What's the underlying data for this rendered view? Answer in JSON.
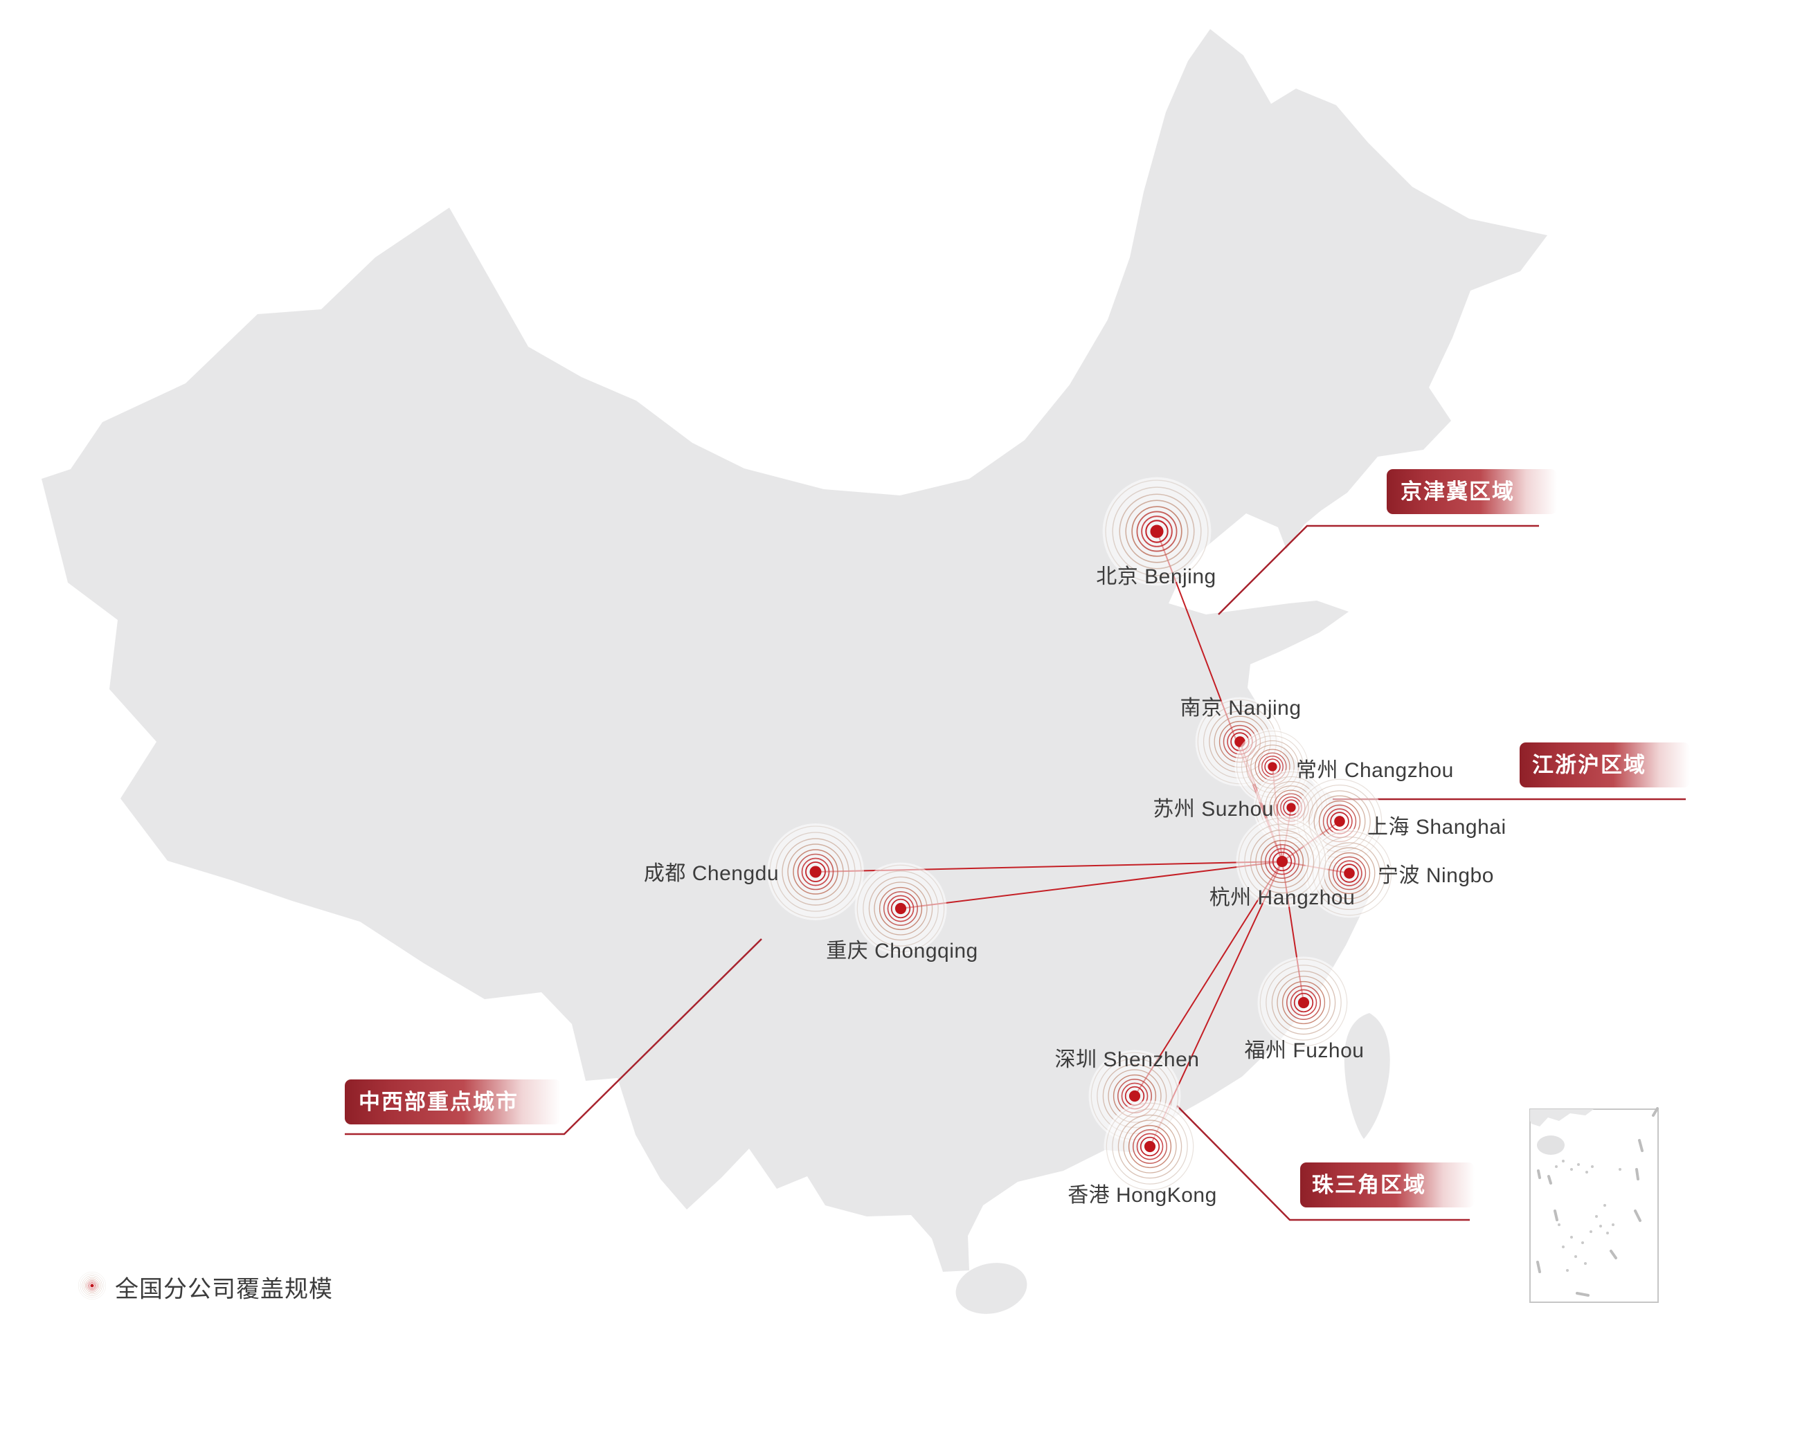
{
  "legend": {
    "label": "全国分公司覆盖规模"
  },
  "regions": [
    {
      "id": "jingjinji",
      "label": "京津冀区域"
    },
    {
      "id": "jiangzhehu",
      "label": "江浙沪区域"
    },
    {
      "id": "zhongxibu",
      "label": "中西部重点城市"
    },
    {
      "id": "zhusanjiao",
      "label": "珠三角区域"
    }
  ],
  "cities": [
    {
      "id": "beijing",
      "zh": "北京",
      "en": "Benjing",
      "label": "北京 Benjing"
    },
    {
      "id": "nanjing",
      "zh": "南京",
      "en": "Nanjing",
      "label": "南京 Nanjing"
    },
    {
      "id": "changzhou",
      "zh": "常州",
      "en": "Changzhou",
      "label": "常州 Changzhou"
    },
    {
      "id": "suzhou",
      "zh": "苏州",
      "en": "Suzhou",
      "label": "苏州 Suzhou"
    },
    {
      "id": "shanghai",
      "zh": "上海",
      "en": "Shanghai",
      "label": "上海 Shanghai"
    },
    {
      "id": "ningbo",
      "zh": "宁波",
      "en": "Ningbo",
      "label": "宁波 Ningbo"
    },
    {
      "id": "hangzhou",
      "zh": "杭州",
      "en": "Hangzhou",
      "label": "杭州 Hangzhou"
    },
    {
      "id": "chengdu",
      "zh": "成都",
      "en": "Chengdu",
      "label": "成都 Chengdu"
    },
    {
      "id": "chongqing",
      "zh": "重庆",
      "en": "Chongqing",
      "label": "重庆 Chongqing"
    },
    {
      "id": "fuzhou",
      "zh": "福州",
      "en": "Fuzhou",
      "label": "福州 Fuzhou"
    },
    {
      "id": "shenzhen",
      "zh": "深圳",
      "en": "Shenzhen",
      "label": "深圳 Shenzhen"
    },
    {
      "id": "hongkong",
      "zh": "香港",
      "en": "HongKong",
      "label": "香港 HongKong"
    }
  ],
  "colors": {
    "map_fill": "#e7e7e8",
    "marker_red": "#bf151c",
    "ray_red": "#c41f25",
    "leader_red": "#a8232e",
    "banner_dark": "#8f2028",
    "banner_mid": "#bc4a50",
    "label_gray": "#3c3c3c"
  }
}
